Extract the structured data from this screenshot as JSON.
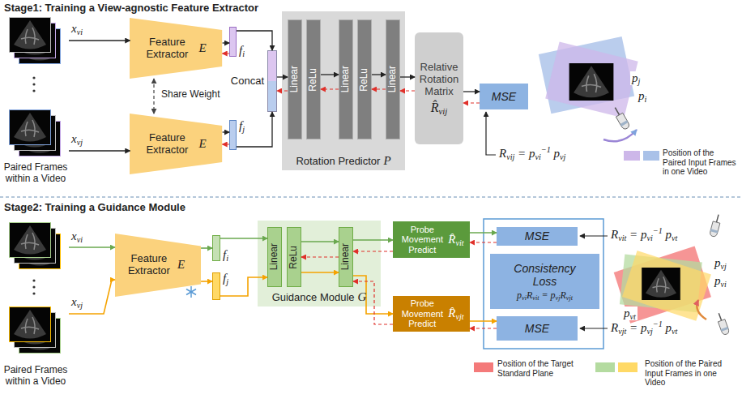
{
  "diagram": {
    "nodes": [
      {
        "text": [
          "Paired Frames within a Video"
        ]
      },
      {
        "text": [
          "Feature Extractor",
          "E"
        ]
      },
      {
        "text": [
          "Feature Extractor",
          "E"
        ]
      },
      {
        "text": [
          "fi"
        ]
      },
      {
        "text": [
          "fj"
        ]
      },
      {
        "text": [
          "Concat"
        ]
      },
      {
        "text": [
          "Rotation Predictor",
          "P"
        ]
      },
      {
        "text": [
          "Linear"
        ],
        "in": 6
      },
      {
        "text": [
          "ReLu"
        ],
        "in": 6
      },
      {
        "text": [
          "Linear"
        ],
        "in": 6
      },
      {
        "text": [
          "ReLu"
        ],
        "in": 6
      },
      {
        "text": [
          "Linear"
        ],
        "in": 6
      },
      {
        "text": [
          "Relative Rotation Matrix",
          "R̂vij"
        ]
      },
      {
        "text": [
          "MSE"
        ]
      },
      {
        "text": [
          "Paired Frames within a Video"
        ]
      },
      {
        "text": [
          "Feature Extractor",
          "E"
        ]
      },
      {
        "text": [
          "fi"
        ]
      },
      {
        "text": [
          "fj"
        ]
      },
      {
        "text": [
          "Guidance Module",
          "G"
        ]
      },
      {
        "text": [
          "Linear"
        ],
        "in": 18
      },
      {
        "text": [
          "ReLu"
        ],
        "in": 18
      },
      {
        "text": [
          "Linear"
        ],
        "in": 18
      },
      {
        "text": [
          "Probe Movement Predict",
          "R̂vit"
        ]
      },
      {
        "text": [
          "Probe Movement Predict",
          "R̂vjt"
        ]
      },
      {
        "text": [
          "MSE"
        ]
      },
      {
        "text": [
          "Consistency Loss",
          "pviRvit = pvjRvjt"
        ]
      },
      {
        "text": [
          "MSE"
        ]
      }
    ],
    "edges": [
      {
        "from": 0,
        "to": 1,
        "arrow": "to",
        "label": "xvi"
      },
      {
        "from": 0,
        "to": 2,
        "arrow": "to",
        "label": "xvj"
      },
      {
        "from": 1,
        "to": 2,
        "arrow": "both",
        "label": "Share Weight"
      },
      {
        "from": 1,
        "to": 3,
        "arrow": "to"
      },
      {
        "from": 2,
        "to": 4,
        "arrow": "to"
      },
      {
        "from": 3,
        "to": 5,
        "arrow": "to"
      },
      {
        "from": 4,
        "to": 5,
        "arrow": "to"
      },
      {
        "from": 5,
        "to": 7,
        "arrow": "to"
      },
      {
        "from": 8,
        "to": 9,
        "arrow": "to"
      },
      {
        "from": 10,
        "to": 11,
        "arrow": "to"
      },
      {
        "from": 11,
        "to": 12,
        "arrow": "to"
      },
      {
        "from": 12,
        "to": 13,
        "arrow": "to"
      },
      {
        "from": 13,
        "to": 12,
        "arrow": "to"
      },
      {
        "from": 12,
        "to": 11,
        "arrow": "to"
      },
      {
        "from": 11,
        "to": 10,
        "arrow": "to"
      },
      {
        "from": 9,
        "to": 8,
        "arrow": "to"
      },
      {
        "from": 7,
        "to": 5,
        "arrow": "to"
      },
      {
        "from": 3,
        "to": 1,
        "arrow": "to"
      },
      {
        "from": 4,
        "to": 2,
        "arrow": "to"
      },
      {
        "from": 14,
        "to": 15,
        "arrow": "to",
        "label": "xvi"
      },
      {
        "from": 14,
        "to": 15,
        "arrow": "to",
        "label": "xvj"
      },
      {
        "from": 15,
        "to": 16,
        "arrow": "to"
      },
      {
        "from": 15,
        "to": 17,
        "arrow": "to"
      },
      {
        "from": 16,
        "to": 19,
        "arrow": "to"
      },
      {
        "from": 17,
        "to": 19,
        "arrow": "to"
      },
      {
        "from": 20,
        "to": 21,
        "arrow": "to"
      },
      {
        "from": 20,
        "to": 21,
        "arrow": "to"
      },
      {
        "from": 21,
        "to": 22,
        "arrow": "to"
      },
      {
        "from": 21,
        "to": 23,
        "arrow": "to"
      },
      {
        "from": 22,
        "to": 24,
        "arrow": "to"
      },
      {
        "from": 23,
        "to": 26,
        "arrow": "to"
      },
      {
        "from": 24,
        "to": 22,
        "arrow": "to"
      },
      {
        "from": 26,
        "to": 23,
        "arrow": "to"
      },
      {
        "from": 22,
        "to": 21,
        "arrow": "to"
      },
      {
        "from": 21,
        "to": 20,
        "arrow": "to"
      },
      {
        "from": 23,
        "to": 21,
        "arrow": "to"
      }
    ],
    "labels": [
      "Stage1: Training a View-agnostic Feature Extractor",
      "Rvij = pvi−1 pvj",
      "pj",
      "pi",
      "Stage2: Training a Guidance Module",
      "Rvit = pvi−1 pvt",
      "Rvjt = pvj−1 pvt",
      "pvj",
      "pvi",
      "pvt"
    ],
    "legend": [
      {
        "text": "Position of the Paired Input Frames in one Video",
        "color": "#cdb7e9"
      },
      {
        "text": "Position of the Target Standard Plane",
        "color": "#f47a7a"
      },
      {
        "text": "Position of the Paired Input Frames in one Video",
        "color": "#b4dba0"
      }
    ]
  }
}
